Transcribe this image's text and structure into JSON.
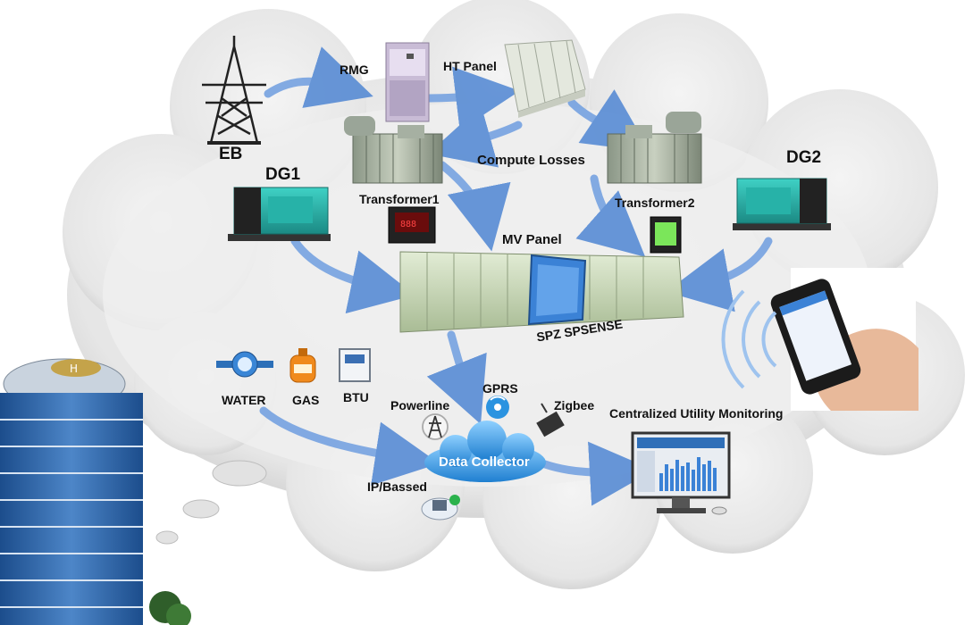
{
  "labels": {
    "eb": "EB",
    "rmg": "RMG",
    "ht_panel": "HT Panel",
    "dg1": "DG1",
    "dg2": "DG2",
    "compute_losses": "Compute Losses",
    "transformer1": "Transformer1",
    "transformer2": "Transformer2",
    "mv_panel": "MV Panel",
    "spz_spsense": "SPZ SPSENSE",
    "water": "WATER",
    "gas": "GAS",
    "btu": "BTU",
    "powerline": "Powerline",
    "gprs": "GPRS",
    "zigbee": "Zigbee",
    "data_collector": "Data Collector",
    "ip_bassed": "IP/Bassed",
    "centralized_monitoring": "Centralized Utility Monitoring"
  },
  "colors": {
    "cloud": "#d9d9d9",
    "arrow": "#5b8fd6",
    "data_collector": "#3a9be0",
    "panel": "#c8d8b8",
    "screen": "#3b82d6"
  },
  "icons": [
    "tower-icon",
    "rmg-cabinet-icon",
    "ht-panel-icon",
    "transformer-icon",
    "generator-icon",
    "meter-icon",
    "water-meter-icon",
    "gas-cylinder-icon",
    "btu-meter-icon",
    "cloud-icon",
    "monitor-icon",
    "smartphone-icon",
    "building-icon",
    "wifi-icon"
  ]
}
